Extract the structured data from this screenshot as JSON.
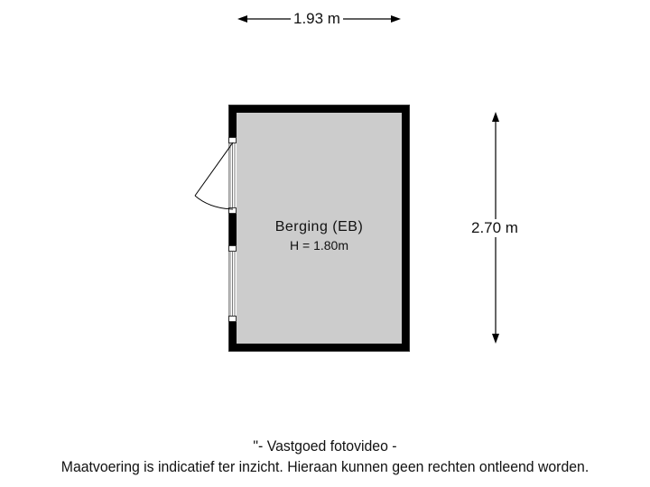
{
  "floorplan": {
    "room": {
      "name": "Berging (EB)",
      "height_label": "H = 1.80m",
      "floor_color": "#cccccc",
      "wall_color": "#000000"
    },
    "dimensions": {
      "width_label": "1.93 m",
      "length_label": "2.70 m"
    },
    "openings": [
      {
        "type": "door",
        "side": "left",
        "swing": "outward"
      },
      {
        "type": "window",
        "side": "left"
      }
    ]
  },
  "footer": {
    "line1": "\"- Vastgoed fotovideo -",
    "line2": "Maatvoering is indicatief ter inzicht. Hieraan kunnen geen rechten ontleend worden."
  }
}
